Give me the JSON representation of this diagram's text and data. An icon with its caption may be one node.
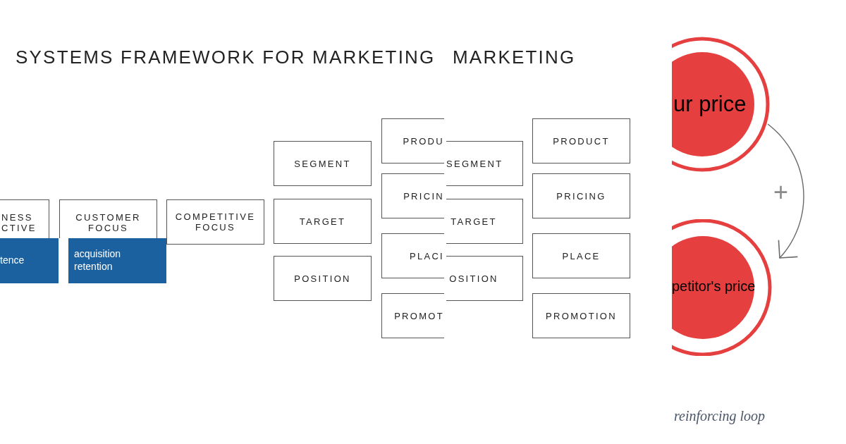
{
  "diagram": {
    "title": "SYSTEMS FRAMEWORK FOR MARKETING",
    "nodes": [
      {
        "text": [
          "NESS CTIVE"
        ]
      },
      {
        "text": [
          "CUSTOMER FOCUS"
        ]
      },
      {
        "text": [
          "COMPETITIVE FOCUS"
        ]
      },
      {
        "text": [
          "tence"
        ]
      },
      {
        "text": [
          "acquisition retention"
        ]
      },
      {
        "text": [
          "SEGMENT"
        ]
      },
      {
        "text": [
          "TARGET"
        ]
      },
      {
        "text": [
          "POSITION"
        ]
      },
      {
        "text": [
          "PRODU"
        ]
      },
      {
        "text": [
          "PRICIN"
        ]
      },
      {
        "text": [
          "PLACI"
        ]
      },
      {
        "text": [
          "PROMOT"
        ]
      },
      {
        "text": [
          "SEGMENT"
        ]
      },
      {
        "text": [
          "TARGET"
        ]
      },
      {
        "text": [
          "OSITION"
        ]
      },
      {
        "text": [
          "PRODUCT"
        ]
      },
      {
        "text": [
          "PRICING"
        ]
      },
      {
        "text": [
          "PLACE"
        ]
      },
      {
        "text": [
          "PROMOTION"
        ]
      },
      {
        "text": [
          "ur price"
        ]
      },
      {
        "text": [
          "petitor's price"
        ]
      }
    ],
    "edges": [
      {
        "from": 19,
        "to": 20,
        "arrow": "to",
        "label": "+"
      }
    ],
    "labels": [
      "MARKETING",
      "reinforcing loop"
    ]
  }
}
